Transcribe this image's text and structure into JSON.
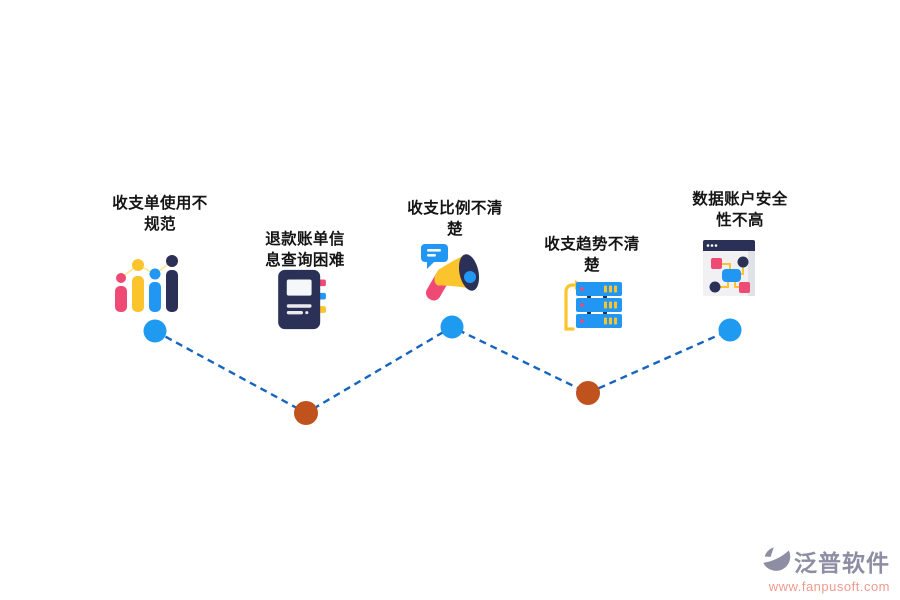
{
  "colors": {
    "background": "#ffffff",
    "text": "#141414",
    "pink": "#ee4a74",
    "yellow": "#fcc42c",
    "blue": "#2196f3",
    "navy": "#2b3057",
    "line_blue": "#1565c0",
    "dot_blue": "#1e9bf0",
    "dot_orange": "#c0521d",
    "logo_gray": "#8d8da3",
    "logo_salmon": "#f09a8e"
  },
  "items": [
    {
      "label": "收支单使用不\n规范",
      "icon": "bar-chart-icon",
      "node_color": "blue"
    },
    {
      "label": "退款账单信\n息查询困难",
      "icon": "notebook-icon",
      "node_color": "orange"
    },
    {
      "label": "收支比例不清\n楚",
      "icon": "megaphone-icon",
      "node_color": "blue"
    },
    {
      "label": "收支趋势不清\n楚",
      "icon": "server-stack-icon",
      "node_color": "orange"
    },
    {
      "label": "数据账户安全\n性不高",
      "icon": "browser-flowchart-icon",
      "node_color": "blue"
    }
  ],
  "watermark": {
    "brand": "泛普软件",
    "url": "www.fanpusoft.com"
  }
}
